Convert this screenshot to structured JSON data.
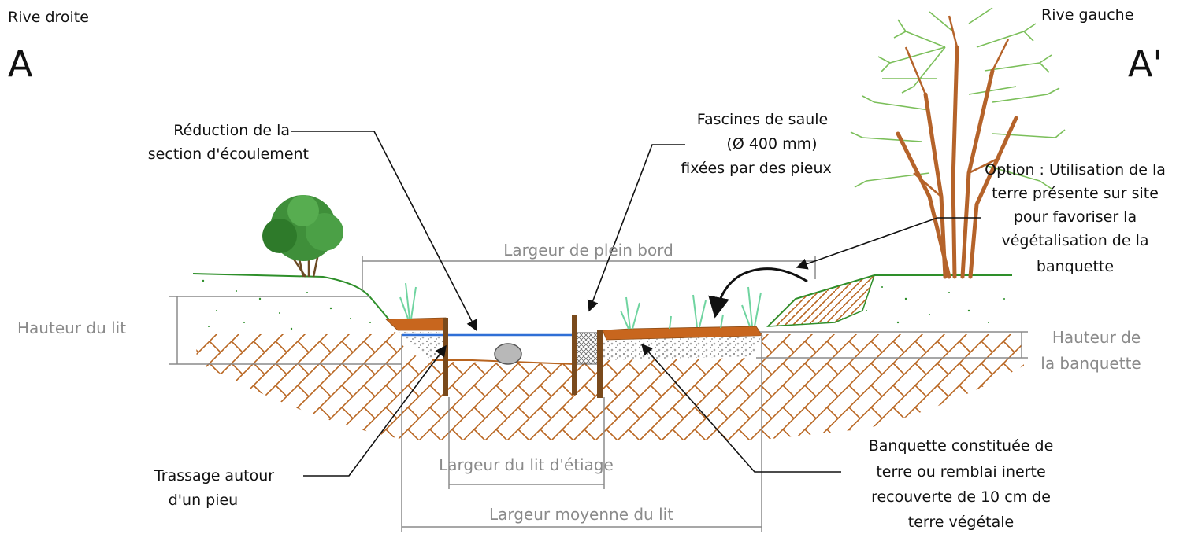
{
  "colors": {
    "soil_hatch": "#b8641f",
    "topsoil": "#c8661e",
    "water": "#2f6fd6",
    "grass_line": "#2e8f2a",
    "gravel": "#9a9a9a",
    "dimension": "#8a8a8a",
    "stake": "#7a4a1c",
    "tree_trunk": "#b5632a",
    "tree_foliage": "#7bbf5a",
    "bush": "#3f8f3a"
  },
  "icons": [
    "tree-icon",
    "bush-icon",
    "rock-icon",
    "reed-icon",
    "willow-fascine-icon",
    "stake-icon",
    "curved-arrow-icon"
  ],
  "banks": {
    "right_bank": "Rive droite",
    "left_bank": "Rive gauche",
    "section_start": "A",
    "section_end": "A'"
  },
  "annotations": {
    "reduction": [
      "Réduction de la",
      "section d'écoulement"
    ],
    "fascines": [
      "Fascines de saule",
      "(Ø 400 mm)",
      "fixées par des pieux"
    ],
    "option": [
      "Option : Utilisation de la",
      "terre présente sur site",
      "pour favoriser la",
      "végétalisation de la",
      "banquette"
    ],
    "trassage": [
      "Trassage autour",
      "d'un pieu"
    ],
    "banquette": [
      "Banquette constituée de",
      "terre ou remblai inerte",
      "recouverte de 10 cm de",
      "terre végétale"
    ]
  },
  "dimensions": {
    "bankfull_width": "Largeur de plein bord",
    "bed_height": "Hauteur du lit",
    "berm_height": [
      "Hauteur de",
      "la banquette"
    ],
    "low_flow_width": "Largeur du lit d'étiage",
    "mean_bed_width": "Largeur moyenne du lit"
  }
}
